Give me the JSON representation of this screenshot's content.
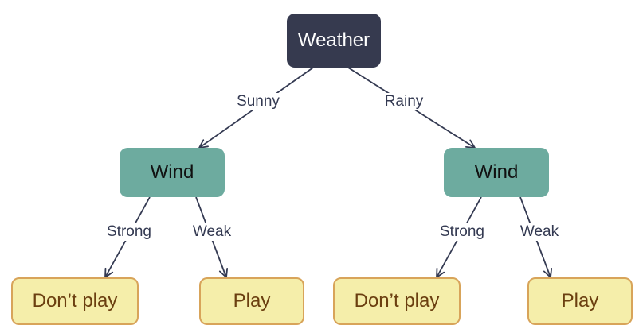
{
  "tree": {
    "root": {
      "label": "Weather"
    },
    "branches": [
      {
        "edge_label": "Sunny",
        "node": {
          "label": "Wind"
        },
        "children": [
          {
            "edge_label": "Strong",
            "leaf": "Don’t play"
          },
          {
            "edge_label": "Weak",
            "leaf": "Play"
          }
        ]
      },
      {
        "edge_label": "Rainy",
        "node": {
          "label": "Wind"
        },
        "children": [
          {
            "edge_label": "Strong",
            "leaf": "Don’t play"
          },
          {
            "edge_label": "Weak",
            "leaf": "Play"
          }
        ]
      }
    ]
  },
  "colors": {
    "root_fill": "#363a4f",
    "decision_fill": "#6dab9f",
    "leaf_fill": "#f5eeaa",
    "leaf_border": "#d8a45a",
    "leaf_text": "#6b3f10",
    "edge": "#343a52"
  }
}
